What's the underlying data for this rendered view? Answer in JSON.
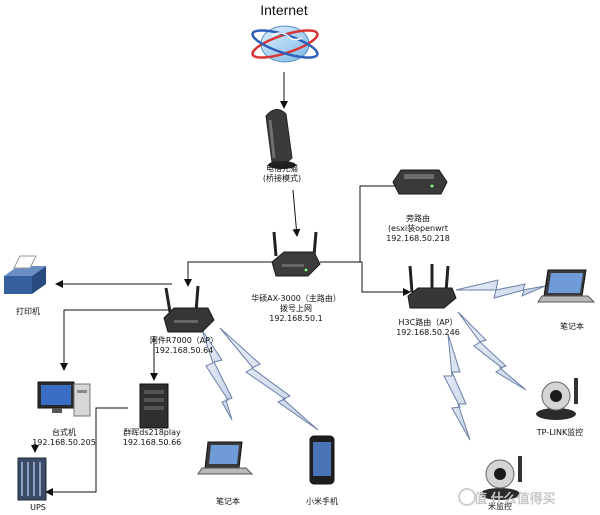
{
  "labels": {
    "internet": "Internet",
    "modem": [
      "电信光猫",
      "(桥接模式)"
    ],
    "side_router": [
      "旁路由",
      "(esxi装openwrt",
      "192.168.50.218"
    ],
    "main_router": [
      "华硕AX-3000（主路由）",
      "拨号上网",
      "192.168.50.1"
    ],
    "printer": "打印机",
    "r7000": [
      "网件R7000（AP）",
      "192.168.50.64"
    ],
    "h3c": [
      "H3C路由（AP）",
      "192.168.50.246"
    ],
    "laptop_right": "笔记本",
    "tplink_cam": "TP-LINK监控",
    "cam2": "米监控",
    "desktop": [
      "台式机",
      "192.168.50.205"
    ],
    "nas": [
      "群晖ds218play",
      "192.168.50.66"
    ],
    "ups": "UPS",
    "laptop_bottom": "笔记本",
    "phone": "小米手机"
  },
  "watermark": "值 什么值得买"
}
